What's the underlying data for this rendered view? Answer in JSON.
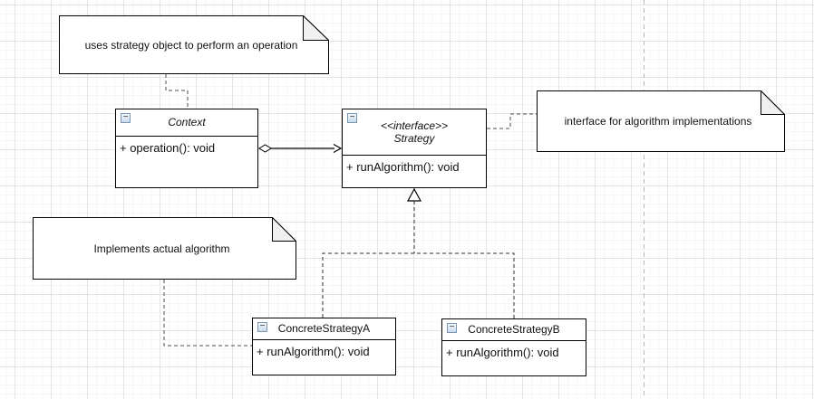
{
  "diagram": {
    "title_hint": "Strategy design pattern UML class diagram",
    "notes": {
      "uses": "uses strategy object to perform an operation",
      "interface": "interface for algorithm implementations",
      "implements": "Implements actual algorithm"
    },
    "classes": {
      "context": {
        "name": "Context",
        "members": [
          "+ operation(): void"
        ]
      },
      "strategy": {
        "stereotype": "<<interface>>",
        "name": "Strategy",
        "members": [
          "+ runAlgorithm(): void"
        ]
      },
      "concrete_a": {
        "name": "ConcreteStrategyA",
        "members": [
          "+ runAlgorithm(): void"
        ]
      },
      "concrete_b": {
        "name": "ConcreteStrategyB",
        "members": [
          "+ runAlgorithm(): void"
        ]
      }
    },
    "icons": {
      "collapse": "−"
    },
    "relationships": [
      {
        "from": "Context",
        "to": "Strategy",
        "type": "directed-association-with-diamond"
      },
      {
        "from": "ConcreteStrategyA",
        "to": "Strategy",
        "type": "realization"
      },
      {
        "from": "ConcreteStrategyB",
        "to": "Strategy",
        "type": "realization"
      }
    ],
    "colors": {
      "stroke": "#000000",
      "note_fill": "#ffffff",
      "note_fold": "#f0f0f0",
      "grid_major": "#e4e4e4",
      "grid_minor": "#f6f6f6",
      "page_divider": "#b9b9b9",
      "collapse_icon_border": "#7a96b5"
    }
  }
}
